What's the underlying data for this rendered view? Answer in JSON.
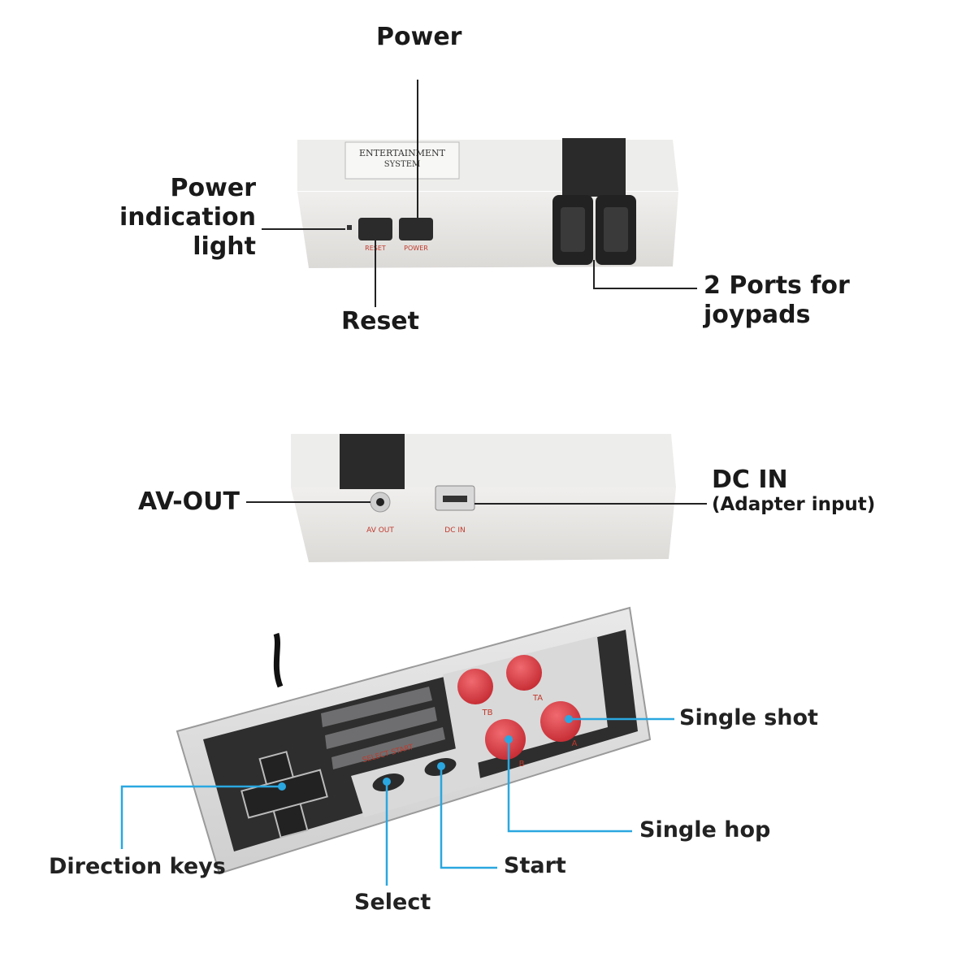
{
  "console_front": {
    "panel_label_line1": "ENTERTAINMENT",
    "panel_label_line2": "SYSTEM",
    "reset_button_label": "RESET",
    "power_button_label": "POWER"
  },
  "console_back": {
    "av_port_label": "AV OUT",
    "dc_port_label": "DC IN"
  },
  "controller": {
    "select_start_label": "SELECT  START",
    "button_labels": [
      "TB",
      "TA",
      "B",
      "A"
    ]
  },
  "callouts": {
    "power": "Power",
    "power_indication_light": [
      "Power",
      "indication",
      "light"
    ],
    "reset": "Reset",
    "ports_for_joypads": [
      "2 Ports for",
      "joypads"
    ],
    "av_out": "AV-OUT",
    "dc_in": "DC IN",
    "dc_in_sub": "(Adapter input)",
    "single_shot": "Single shot",
    "single_hop": "Single hop",
    "direction_keys": "Direction keys",
    "start": "Start",
    "select": "Select"
  },
  "colors": {
    "console_body": "#e8e6e3",
    "console_side": "#d7d5d2",
    "console_dark": "#2b2b2b",
    "button_red": "#d9363e",
    "pointer_blue": "#2aa7e0",
    "label_red": "#c0392b"
  }
}
